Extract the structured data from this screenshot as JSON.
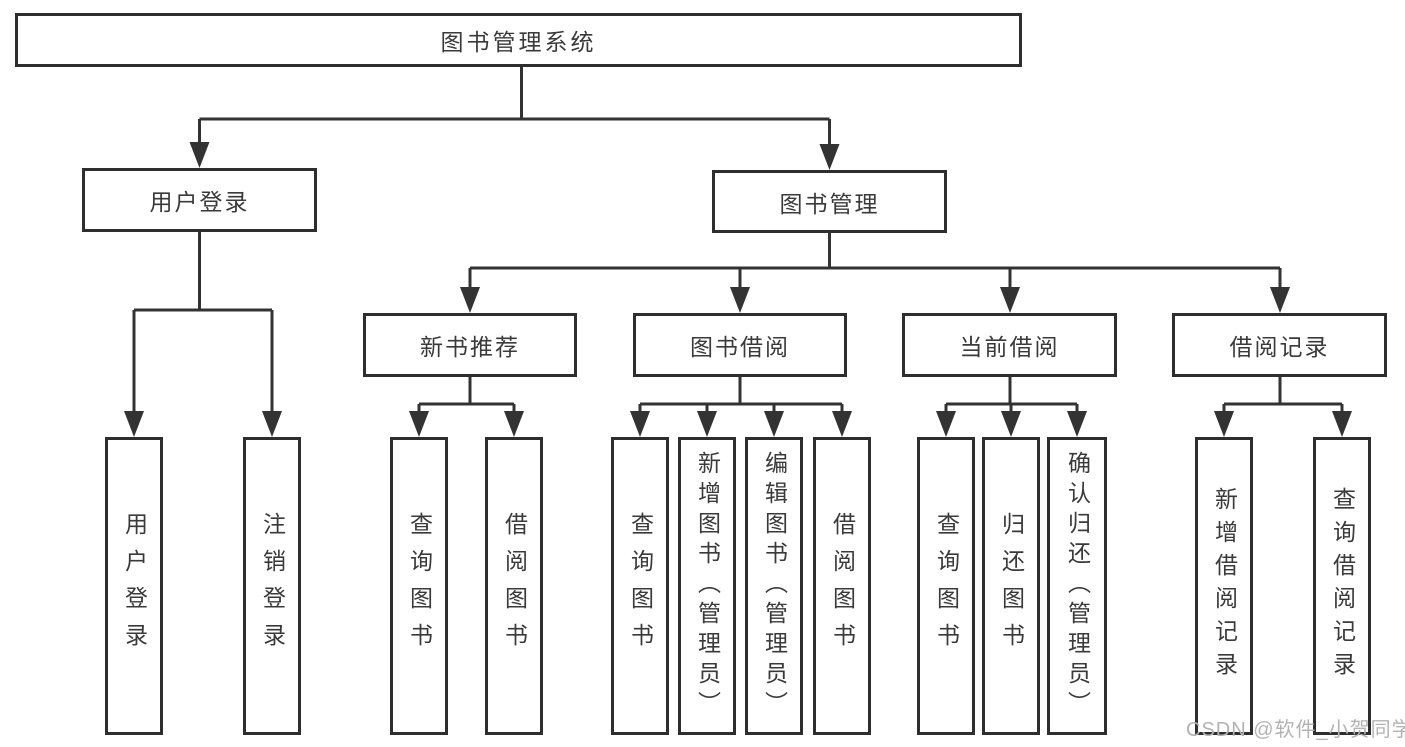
{
  "diagram": {
    "root": {
      "label": "图书管理系统"
    },
    "branches": [
      {
        "label": "用户登录",
        "children": [
          "用户登录",
          "注销登录"
        ]
      },
      {
        "label": "图书管理",
        "children": [
          {
            "label": "新书推荐",
            "children": [
              "查询图书",
              "借阅图书"
            ]
          },
          {
            "label": "图书借阅",
            "children": [
              "查询图书",
              "新增图书（管理员）",
              "编辑图书（管理员）",
              "借阅图书"
            ]
          },
          {
            "label": "当前借阅",
            "children": [
              "查询图书",
              "归还图书",
              "确认归还（管理员）"
            ]
          },
          {
            "label": "借阅记录",
            "children": [
              "新增借阅记录",
              "查询借阅记录"
            ]
          }
        ]
      }
    ]
  },
  "watermark": {
    "text": "CSDN @软件_小贺同学"
  },
  "colors": {
    "line": "#333333",
    "border": "#2e2e2e",
    "text": "#3a3a3a",
    "watermark": "#b3b3b3",
    "background": "#ffffff"
  }
}
